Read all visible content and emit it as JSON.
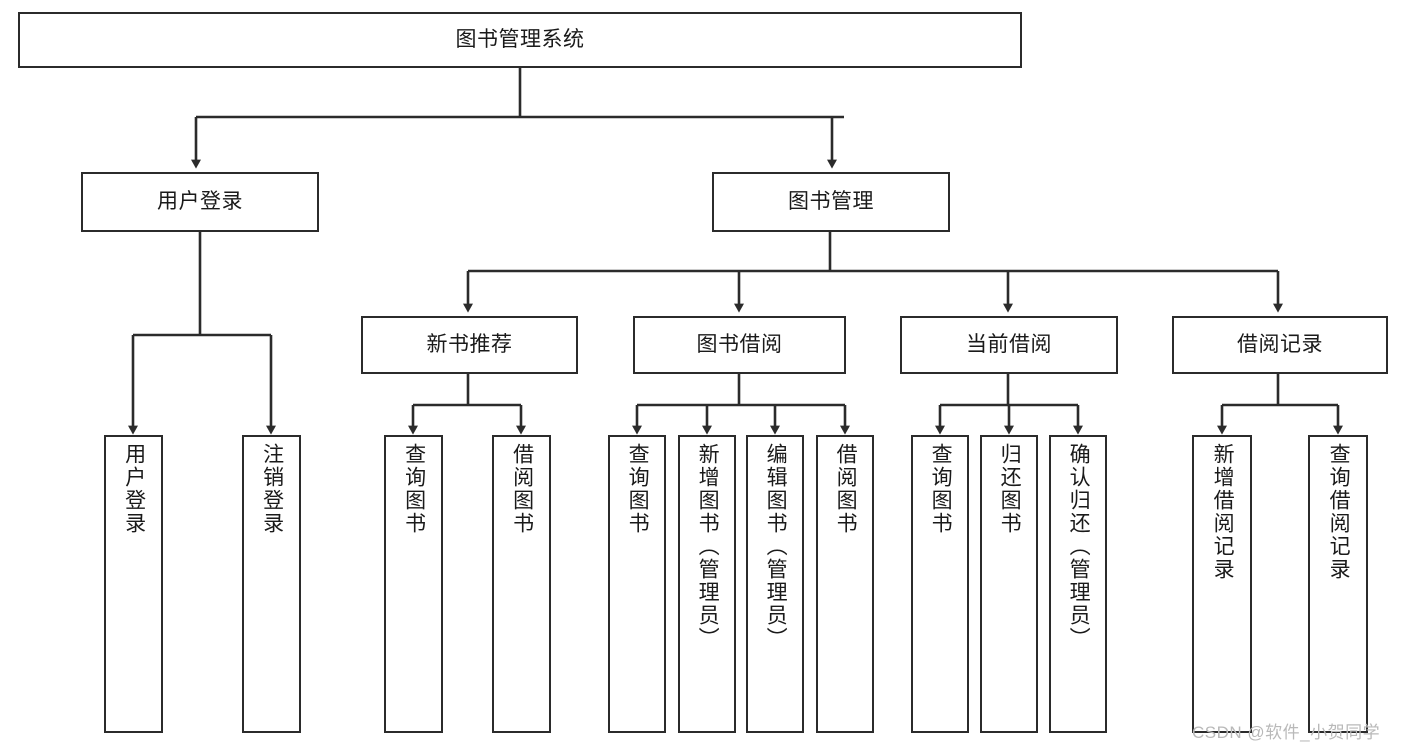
{
  "diagram": {
    "type": "tree-hierarchy-chart",
    "title": "图书管理系统",
    "orientation": "top-down",
    "colors": {
      "box_border": "#2b2b2b",
      "box_fill": "#ffffff",
      "connector": "#2b2b2b",
      "background": "#ffffff",
      "watermark": "#b9b9b9"
    },
    "root": {
      "id": "root",
      "label": "图书管理系统"
    },
    "level2": [
      {
        "id": "user-login",
        "label": "用户登录"
      },
      {
        "id": "book-management",
        "label": "图书管理"
      }
    ],
    "level3": [
      {
        "id": "new-book-recommend",
        "label": "新书推荐",
        "parent": "book-management"
      },
      {
        "id": "book-borrow",
        "label": "图书借阅",
        "parent": "book-management"
      },
      {
        "id": "current-borrow",
        "label": "当前借阅",
        "parent": "book-management"
      },
      {
        "id": "borrow-record",
        "label": "借阅记录",
        "parent": "book-management"
      }
    ],
    "leaves": [
      {
        "id": "leaf-user-login",
        "label": "用户登录",
        "parent": "user-login"
      },
      {
        "id": "leaf-logout-login",
        "label": "注销登录",
        "parent": "user-login"
      },
      {
        "id": "leaf-query-book-1",
        "label": "查询图书",
        "parent": "new-book-recommend"
      },
      {
        "id": "leaf-borrow-book-1",
        "label": "借阅图书",
        "parent": "new-book-recommend"
      },
      {
        "id": "leaf-query-book-2",
        "label": "查询图书",
        "parent": "book-borrow"
      },
      {
        "id": "leaf-add-book-admin",
        "label": "新增图书（管理员）",
        "parent": "book-borrow"
      },
      {
        "id": "leaf-edit-book-admin",
        "label": "编辑图书（管理员）",
        "parent": "book-borrow"
      },
      {
        "id": "leaf-borrow-book-2",
        "label": "借阅图书",
        "parent": "book-borrow"
      },
      {
        "id": "leaf-query-book-3",
        "label": "查询图书",
        "parent": "current-borrow"
      },
      {
        "id": "leaf-return-book",
        "label": "归还图书",
        "parent": "current-borrow"
      },
      {
        "id": "leaf-confirm-return-admin",
        "label": "确认归还（管理员）",
        "parent": "current-borrow"
      },
      {
        "id": "leaf-add-borrow-record",
        "label": "新增借阅记录",
        "parent": "borrow-record"
      },
      {
        "id": "leaf-query-borrow-record",
        "label": "查询借阅记录",
        "parent": "borrow-record"
      }
    ],
    "watermark": "CSDN @软件_小贺同学"
  }
}
